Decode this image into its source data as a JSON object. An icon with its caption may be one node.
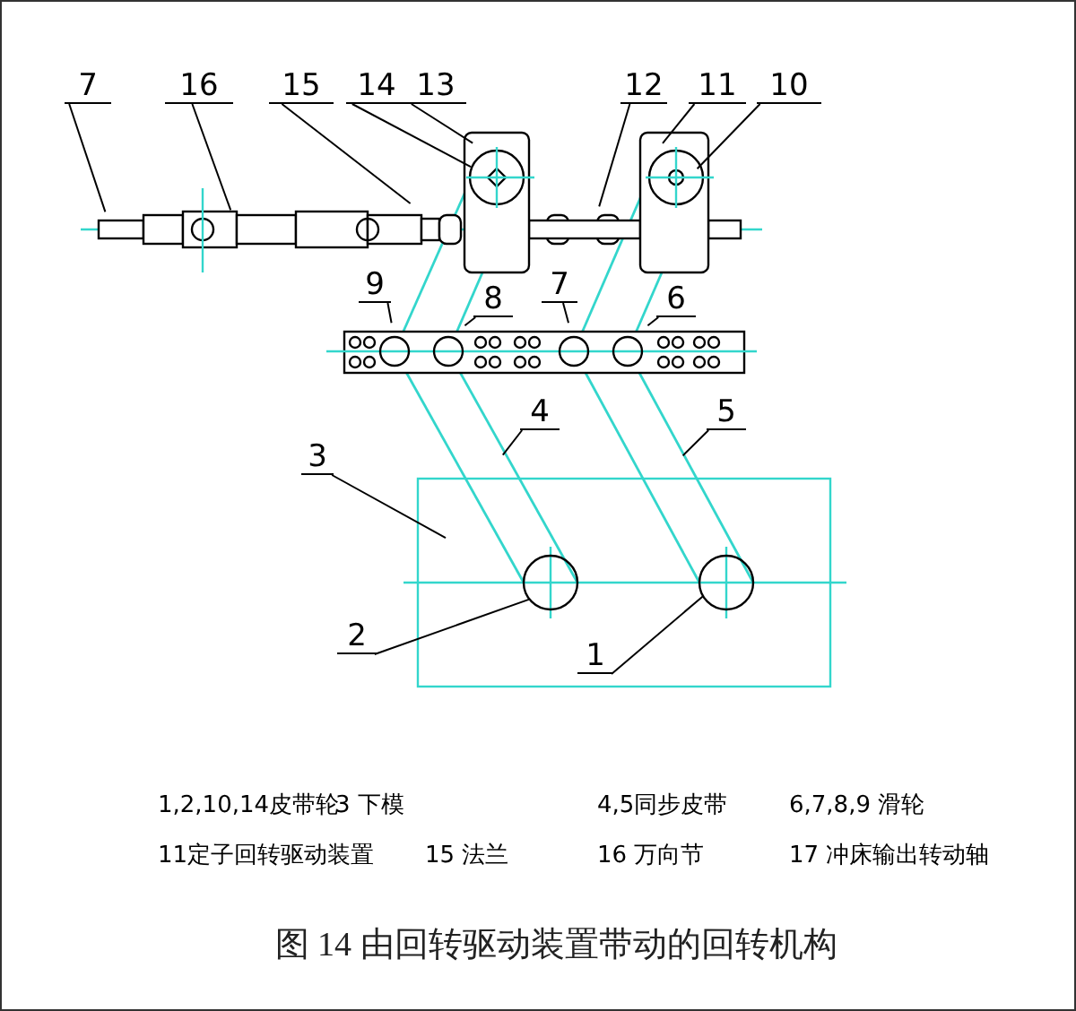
{
  "diagram": {
    "caption": "图 14  由回转驱动装置带动的回转机构",
    "nodes": [
      {
        "text": [
          "7"
        ]
      },
      {
        "text": [
          "16"
        ]
      },
      {
        "text": [
          "15"
        ]
      },
      {
        "text": [
          "14"
        ]
      },
      {
        "text": [
          "13"
        ]
      },
      {
        "text": [
          "12"
        ]
      },
      {
        "text": [
          "11"
        ]
      },
      {
        "text": [
          "10"
        ]
      },
      {
        "text": [
          "9"
        ]
      },
      {
        "text": [
          "8"
        ]
      },
      {
        "text": [
          "7"
        ]
      },
      {
        "text": [
          "6"
        ]
      },
      {
        "text": [
          "4"
        ]
      },
      {
        "text": [
          "5"
        ]
      },
      {
        "text": [
          "3"
        ]
      },
      {
        "text": [
          "2"
        ]
      },
      {
        "text": [
          "1"
        ]
      }
    ],
    "edges": [
      {
        "from": 0,
        "to": null,
        "arrow": "none"
      },
      {
        "from": 1,
        "to": null,
        "arrow": "none"
      },
      {
        "from": 2,
        "to": null,
        "arrow": "none"
      },
      {
        "from": 3,
        "to": null,
        "arrow": "none"
      },
      {
        "from": 4,
        "to": null,
        "arrow": "none"
      },
      {
        "from": 5,
        "to": null,
        "arrow": "none"
      },
      {
        "from": 6,
        "to": null,
        "arrow": "none"
      },
      {
        "from": 7,
        "to": null,
        "arrow": "none"
      },
      {
        "from": 8,
        "to": null,
        "arrow": "none"
      },
      {
        "from": 9,
        "to": null,
        "arrow": "none"
      },
      {
        "from": 10,
        "to": null,
        "arrow": "none"
      },
      {
        "from": 11,
        "to": null,
        "arrow": "none"
      },
      {
        "from": 12,
        "to": null,
        "arrow": "none"
      },
      {
        "from": 13,
        "to": null,
        "arrow": "none"
      },
      {
        "from": 14,
        "to": null,
        "arrow": "none"
      },
      {
        "from": 15,
        "to": null,
        "arrow": "none"
      },
      {
        "from": 16,
        "to": null,
        "arrow": "none"
      }
    ],
    "labels": [
      "1,2,10,14皮带轮",
      "3 下模",
      "4,5同步皮带",
      "6,7,8,9 滑轮",
      "11定子回转驱动装置",
      "15 法兰",
      "16 万向节",
      "17 冲床输出转动轴"
    ]
  }
}
